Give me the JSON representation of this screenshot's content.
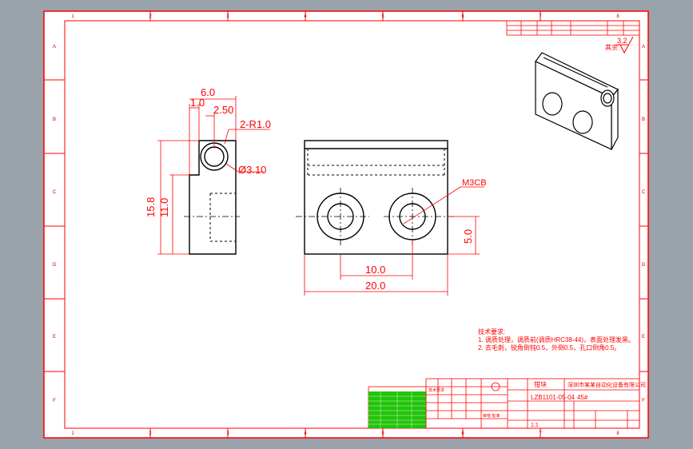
{
  "zones": {
    "top": [
      "1",
      "2",
      "3",
      "4",
      "5",
      "6",
      "7",
      "8"
    ],
    "bottom": [
      "1",
      "2",
      "3",
      "4",
      "5",
      "6",
      "7",
      "8"
    ],
    "left": [
      "A",
      "B",
      "C",
      "D",
      "E",
      "F"
    ],
    "right": [
      "A",
      "B",
      "C",
      "D",
      "E",
      "F"
    ]
  },
  "roughness": {
    "value": "3.2",
    "label": "其余"
  },
  "dimensions": {
    "width_6": "6.0",
    "offset_1": "1.0",
    "offset_2_5": "2.50",
    "radius": "2-R1.0",
    "hole_diameter": "Ø3.10",
    "height_15_8": "15.8",
    "height_11": "11.0",
    "thread": "M3CB",
    "hole_spacing": "10.0",
    "total_width": "20.0",
    "hole_height": "5.0"
  },
  "notes": {
    "title": "技术要求:",
    "line1": "1.  调质处理，调质前(调质HRC38-44)，表面处理发黑。",
    "line2": "2.  去毛刺，锐角倒钝0.5，外倒0.5，孔口倒角0.5。"
  },
  "title_block": {
    "part_name": "钳块",
    "company": "深圳市某某自动化设备有限公司",
    "drawing_number": "LZB1101-05-04",
    "material": "45#",
    "table_header": "技术要求",
    "approval": "审核 批准",
    "scale": "1:1"
  },
  "colors": {
    "frame": "#ff0000",
    "geometry": "#000000",
    "background": "#9aa2ab",
    "stamp_fill": "#22c40a"
  }
}
